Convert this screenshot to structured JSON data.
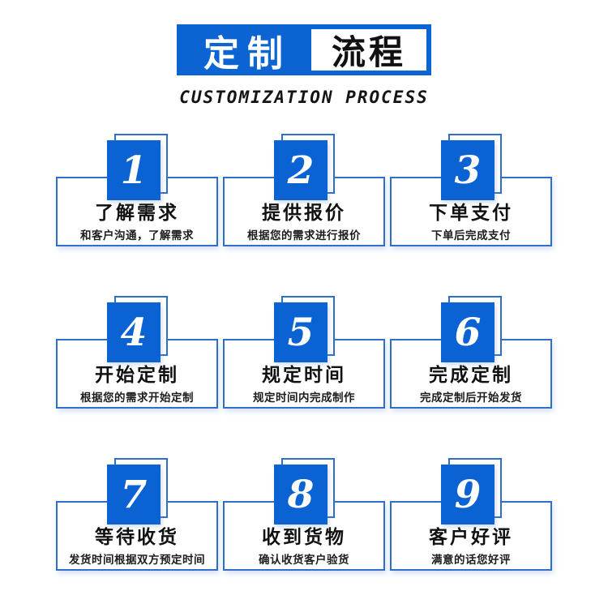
{
  "header": {
    "title_left": "定制",
    "title_right": "流程",
    "subtitle": "CUSTOMIZATION PROCESS"
  },
  "colors": {
    "accent_blue": "#0b63d3",
    "header_blue": "#0c63d2",
    "border_blue": "#2e6fc8",
    "text_black": "#111111"
  },
  "steps": [
    {
      "number": "1",
      "title": "了解需求",
      "desc": "和客户沟通，了解需求"
    },
    {
      "number": "2",
      "title": "提供报价",
      "desc": "根据您的需求进行报价"
    },
    {
      "number": "3",
      "title": "下单支付",
      "desc": "下单后完成支付"
    },
    {
      "number": "4",
      "title": "开始定制",
      "desc": "根据您的需求开始定制"
    },
    {
      "number": "5",
      "title": "规定时间",
      "desc": "规定时间内完成制作"
    },
    {
      "number": "6",
      "title": "完成定制",
      "desc": "完成定制后开始发货"
    },
    {
      "number": "7",
      "title": "等待收货",
      "desc": "发货时间根据双方预定时间"
    },
    {
      "number": "8",
      "title": "收到货物",
      "desc": "确认收货客户验货"
    },
    {
      "number": "9",
      "title": "客户好评",
      "desc": "满意的话您好评"
    }
  ]
}
